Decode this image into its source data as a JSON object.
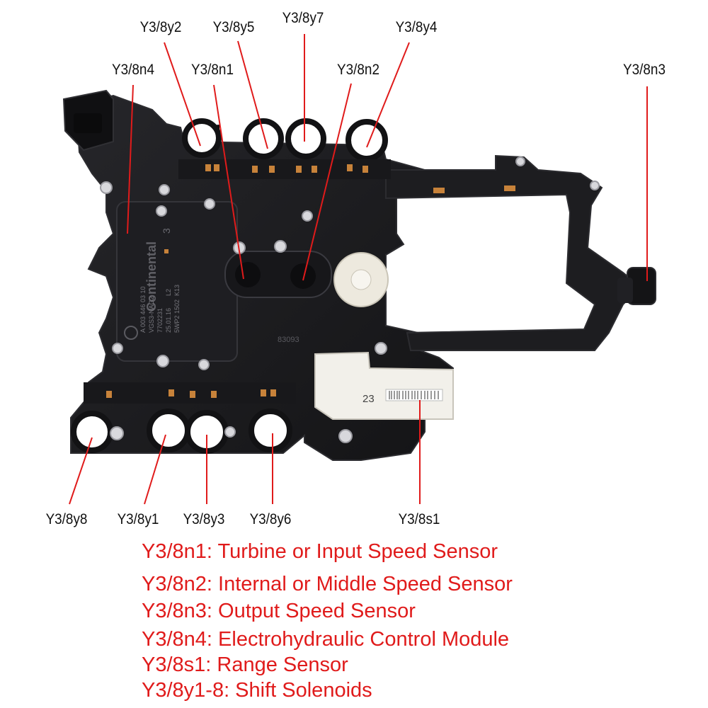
{
  "labels": {
    "y3_8y2": "Y3/8y2",
    "y3_8y5": "Y3/8y5",
    "y3_8y7": "Y3/8y7",
    "y3_8y4": "Y3/8y4",
    "y3_8n4": "Y3/8n4",
    "y3_8n1": "Y3/8n1",
    "y3_8n2": "Y3/8n2",
    "y3_8n3": "Y3/8n3",
    "y3_8y8": "Y3/8y8",
    "y3_8y1": "Y3/8y1",
    "y3_8y3": "Y3/8y3",
    "y3_8y6": "Y3/8y6",
    "y3_8s1": "Y3/8s1"
  },
  "legend": [
    "Y3/8n1: Turbine or Input Speed Sensor",
    "Y3/8n2: Internal or Middle Speed Sensor",
    "Y3/8n3: Output Speed Sensor",
    "Y3/8n4: Electrohydraulic Control Module",
    "Y3/8s1: Range Sensor",
    "Y3/8y1-8: Shift Solenoids"
  ],
  "part_markings": {
    "brand": "Continental",
    "module_lines": [
      "A 003 446 03 10",
      "VGS3-NAG2",
      "7702231",
      "25.01.16",
      "5WP2 1502",
      "L2",
      "K13",
      "3"
    ],
    "sensor_number": "23",
    "housing_code": "83093"
  },
  "colors": {
    "leader_line": "#e01b1b",
    "legend_text": "#e01b1b",
    "label_text": "#111111",
    "plate": "#1b1b1d",
    "plate_edge": "#2c2c30",
    "sensor_white": "#f2f0ea",
    "connector_copper": "#c7823a"
  }
}
